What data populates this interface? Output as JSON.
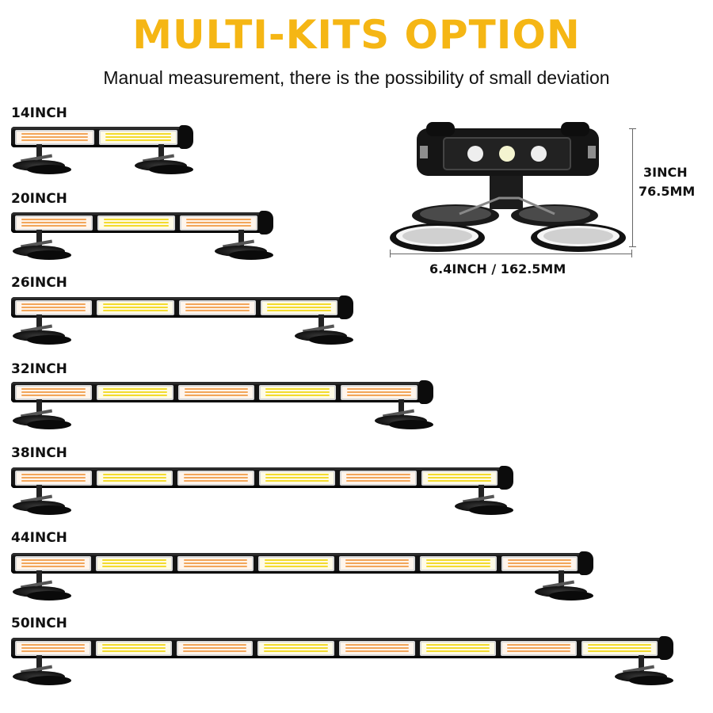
{
  "header": {
    "title": "MULTI-KITS OPTION",
    "subtitle": "Manual measurement, there is the possibility of small deviation"
  },
  "colors": {
    "title": "#f5b614",
    "amber_led": "#f2a65a",
    "yellow_led": "#f3db2e",
    "housing": "#151515"
  },
  "detail": {
    "height_inch": "3INCH",
    "height_mm": "76.5MM",
    "width_label": "6.4INCH / 162.5MM"
  },
  "sizes": [
    {
      "label": "14INCH",
      "panels": 2
    },
    {
      "label": "20INCH",
      "panels": 3
    },
    {
      "label": "26INCH",
      "panels": 4
    },
    {
      "label": "32INCH",
      "panels": 5
    },
    {
      "label": "38INCH",
      "panels": 6
    },
    {
      "label": "44INCH",
      "panels": 7
    },
    {
      "label": "50INCH",
      "panels": 8
    }
  ]
}
